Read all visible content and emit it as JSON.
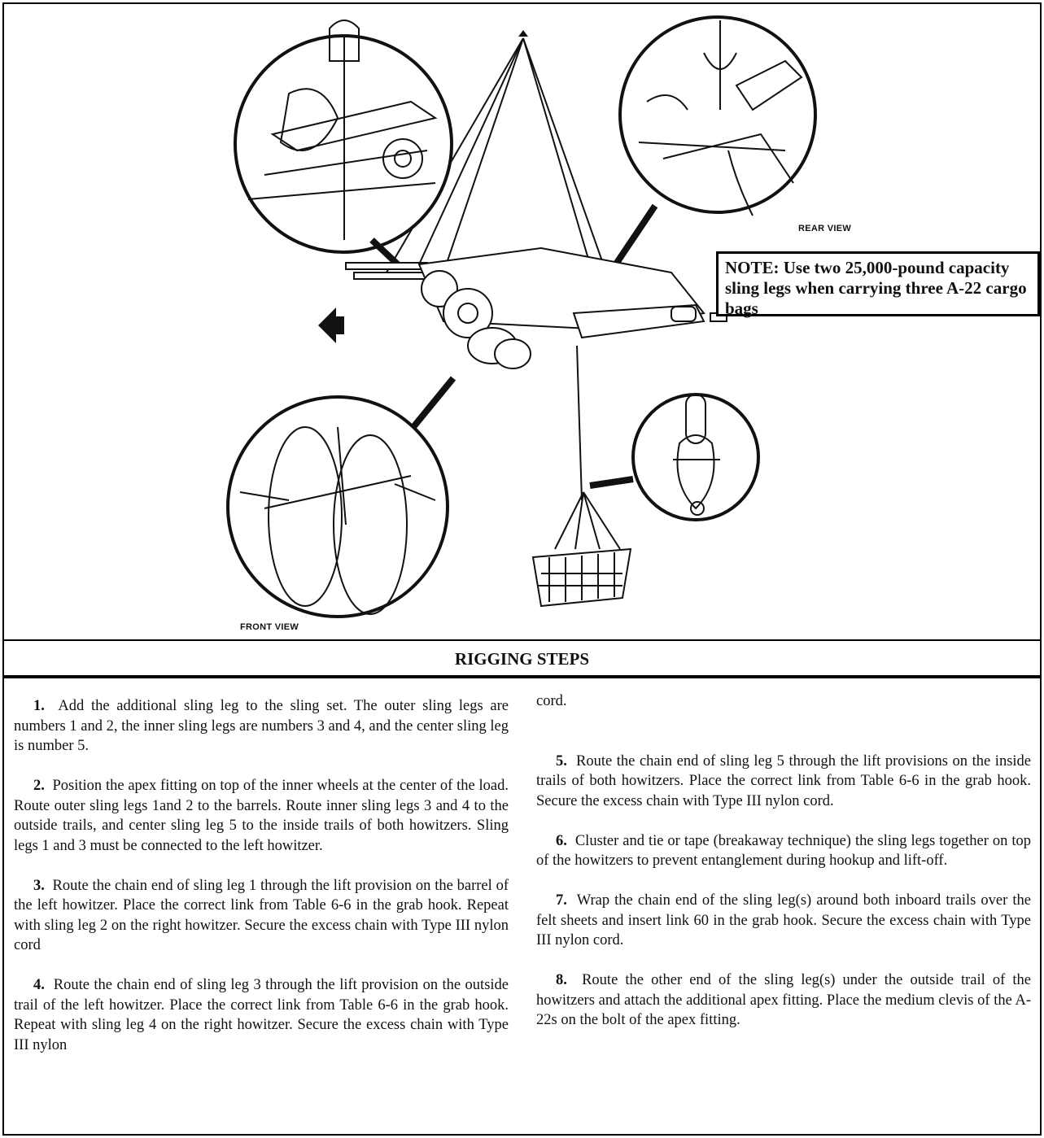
{
  "figure": {
    "labels": {
      "rear_view": "REAR VIEW",
      "front_view": "FRONT VIEW"
    },
    "note": "NOTE: Use two 25,000-pound capacity sling legs when carrying three A-22 cargo bags"
  },
  "section_header": "RIGGING STEPS",
  "steps": [
    {
      "num": "1.",
      "text": "Add the additional sling leg to the sling set. The outer sling legs are numbers 1 and 2, the inner sling legs are numbers 3 and 4, and the center sling leg is number 5."
    },
    {
      "num": "2.",
      "text": "Position the apex fitting on top of the inner wheels at the center of the load. Route outer sling legs 1and 2 to the barrels. Route inner sling legs 3 and 4 to the outside trails, and center sling leg 5 to the inside trails of both howitzers. Sling legs 1 and 3 must be connected to the left howitzer."
    },
    {
      "num": "3.",
      "text": "Route the chain end of sling leg 1 through the lift provision on the barrel of the left howitzer. Place the correct link from Table 6-6 in the grab hook. Repeat with sling leg 2 on the right howitzer. Secure the excess chain with Type III nylon cord"
    },
    {
      "num": "4.",
      "text": "Route the chain end of sling leg 3 through the lift provision on the outside trail of the left howitzer. Place the correct link from Table 6-6 in the grab hook. Repeat with sling leg 4 on the right howitzer. Secure the excess chain with Type III nylon"
    },
    {
      "num": "",
      "text": "cord."
    },
    {
      "num": "5.",
      "text": "Route the chain end of sling leg 5 through the lift provisions on the inside trails of both howitzers. Place the correct link from Table 6-6 in the grab hook. Secure the excess chain with Type III nylon cord."
    },
    {
      "num": "6.",
      "text": "Cluster and tie or tape (breakaway technique) the sling legs together on top of the howitzers to prevent entanglement during hookup and lift-off."
    },
    {
      "num": "7.",
      "text": "Wrap the chain end of the sling leg(s) around both inboard trails over the felt sheets and insert link 60 in the grab hook. Secure the excess chain with Type III nylon cord."
    },
    {
      "num": "8.",
      "text": "Route the other end of the sling leg(s) under the outside trail of the howitzers and attach the additional apex fitting. Place the medium clevis of the A-22s on the bolt of the apex fitting."
    }
  ]
}
